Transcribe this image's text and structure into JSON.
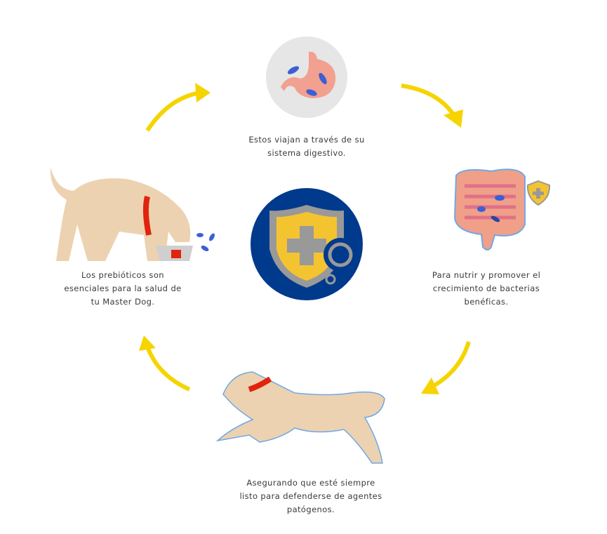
{
  "steps": [
    {
      "lines": [
        "Los prebióticos son",
        "esenciales para la salud de",
        "tu Master Dog."
      ]
    },
    {
      "lines": [
        "Estos viajan a través de su",
        "sistema digestivo."
      ]
    },
    {
      "lines": [
        "Para nutrir y promover el",
        "crecimiento de bacterias",
        "benéficas."
      ]
    },
    {
      "lines": [
        "Asegurando que esté siempre",
        "listo para defenderse de agentes",
        "patógenos."
      ]
    }
  ],
  "colors": {
    "arrow": "#f5d400",
    "center_bg": "#003a8c",
    "shield": "#f4c430",
    "dog": "#ecd2b0",
    "collar": "#e0230f"
  }
}
